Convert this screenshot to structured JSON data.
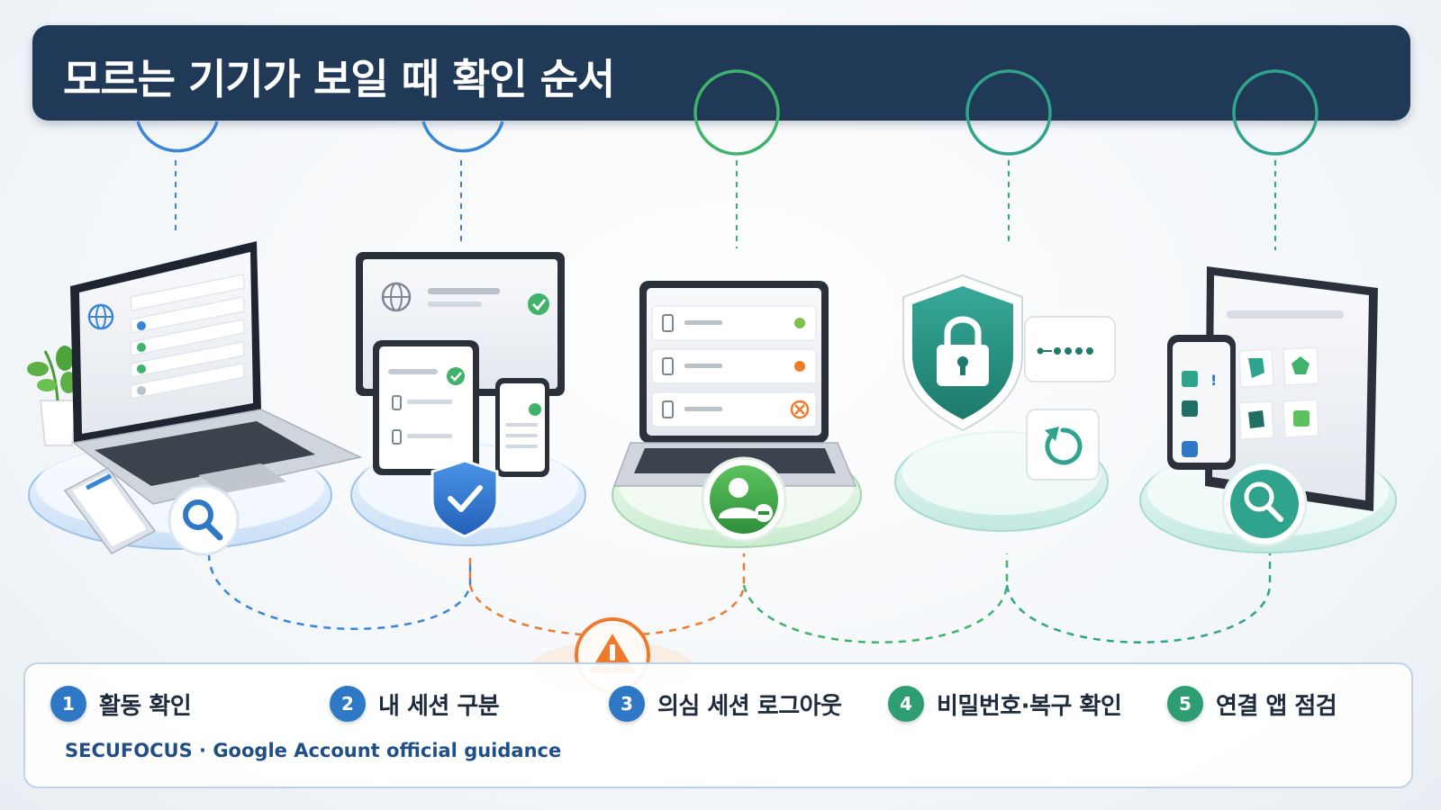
{
  "header": {
    "title": "모르는 기기가 보일 때 확인 순서"
  },
  "steps": [
    {
      "num": "1",
      "label": "활동 확인",
      "color": "#2f78c6"
    },
    {
      "num": "2",
      "label": "내 세션 구분",
      "color": "#2f78c6"
    },
    {
      "num": "3",
      "label": "의심 세션 로그아웃",
      "color": "#2f78c6"
    },
    {
      "num": "4",
      "label": "비밀번호·복구 확인",
      "color": "#2e9e72"
    },
    {
      "num": "5",
      "label": "연결 앱 점검",
      "color": "#2e9e72"
    }
  ],
  "footer": {
    "source": "SECUFOCUS · Google Account official guidance"
  },
  "colors": {
    "blue": "#3a86d6",
    "green": "#3fb36a",
    "teal": "#2fa38c",
    "orange": "#ee7a2c",
    "navy": "#1f3957"
  },
  "icons": [
    "search-icon",
    "shield-check-icon",
    "user-remove-icon",
    "lock-shield-icon",
    "password-icon",
    "reset-icon",
    "search-icon",
    "warning-icon",
    "globe-icon",
    "plant-icon"
  ]
}
